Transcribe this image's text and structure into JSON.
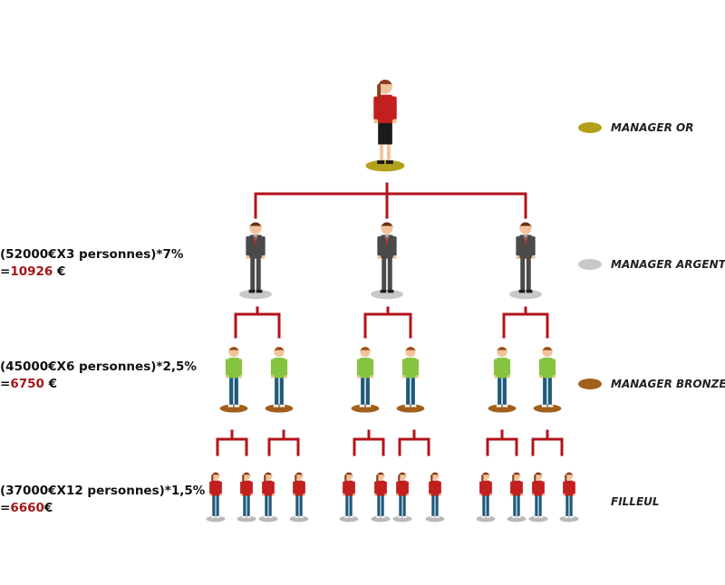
{
  "formulas": [
    {
      "expr": "(52000€X3 personnes)*7%",
      "eq": "=",
      "result": "10926",
      "unit": " €"
    },
    {
      "expr": "(45000€X6 personnes)*2,5%",
      "eq": "=",
      "result": "6750",
      "unit": " €"
    },
    {
      "expr": "(37000€X12 personnes)*1,5%",
      "eq": "=",
      "result": "6660",
      "unit": "€"
    }
  ],
  "legend": [
    {
      "label": "MANAGER OR",
      "color": "#b3a01b"
    },
    {
      "label": "MANAGER ARGENT",
      "color": "#c8c8c8"
    },
    {
      "label": "MANAGER BRONZE",
      "color": "#a25f1c"
    },
    {
      "label": "FILLEUL",
      "color": ""
    }
  ],
  "colors": {
    "connector": "#b3131b",
    "gold_base": "#b3a01b",
    "silver_base": "#c8c8c8",
    "bronze_base": "#a25f1c",
    "filleul_base": "#b9b9b9",
    "suit": "#4a4a4a",
    "shirt_green": "#86c440",
    "shirt_red": "#c21f1f",
    "jeans": "#1f5a7a",
    "skin": "#f0c49c"
  },
  "figures": {
    "top": "manager-or-figure",
    "level1": "manager-argent-figure",
    "level2": "manager-bronze-figure",
    "level3": "filleul-figure"
  }
}
